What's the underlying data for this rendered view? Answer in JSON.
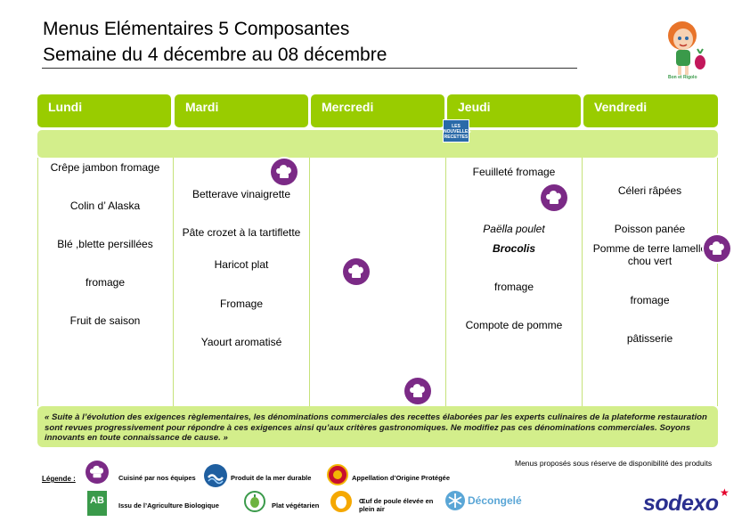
{
  "header": {
    "title_line1": "Menus Elémentaires 5 Composantes",
    "title_line2": "Semaine du 4 décembre au 08 décembre",
    "mascot_caption": "Bon et Rigolo"
  },
  "days": [
    {
      "name": "Lundi",
      "dishes": [
        "Crêpe jambon fromage",
        "Colin d’ Alaska",
        "Blé ,blette persillées",
        "fromage",
        "Fruit de saison"
      ]
    },
    {
      "name": "Mardi",
      "dishes": [
        "Betterave vinaigrette",
        "Pâte crozet à la  tartiflette",
        "Haricot plat",
        "Fromage",
        "Yaourt aromatisé"
      ]
    },
    {
      "name": "Mercredi",
      "dishes": []
    },
    {
      "name": "Jeudi",
      "dishes": [
        "Feuilleté fromage",
        "Paëlla poulet",
        "Brocolis",
        "fromage",
        "Compote de pomme"
      ]
    },
    {
      "name": "Vendredi",
      "dishes": [
        "Céleri râpées",
        "Poisson panée",
        "Pomme de terre lamelle",
        "chou vert",
        "fromage",
        "pâtisserie"
      ]
    }
  ],
  "nouvelles_recettes": {
    "line1": "LES",
    "line2": "NOUVELLES",
    "line3": "RECETTES"
  },
  "note": "« Suite à l’évolution des exigences règlementaires, les dénominations commerciales des recettes élaborées par les experts culinaires de la plateforme restauration sont revues progressivement pour répondre à ces exigences ainsi qu’aux critères gastronomiques. Ne modifiez pas ces dénominations commerciales. Soyons innovants en toute connaissance de cause. »",
  "reserve": "Menus proposés sous réserve de disponibilité des produits",
  "legend": {
    "title": "Légende :",
    "items": {
      "cuisine": "Cuisiné par nos équipes",
      "mer": "Produit de la mer durable",
      "aop": "Appellation d’Origine Protégée",
      "bio": "Issu de l’Agriculture Biologique",
      "vege": "Plat végétarien",
      "oeuf": "Œuf de poule élevée en plein air",
      "decongele": "Décongelé",
      "ab_mark": "AB"
    }
  },
  "brand": {
    "name": "sodexo",
    "color": "#2a2f8f"
  },
  "colors": {
    "day_header": "#99cc00",
    "band": "#d3ee8b",
    "chef_badge": "#7b2a86"
  },
  "icons": [
    "chef-hat-icon",
    "fish-wave-icon",
    "aop-seal-icon",
    "ab-organic-icon",
    "vegetable-icon",
    "egg-icon",
    "snowflake-icon"
  ]
}
